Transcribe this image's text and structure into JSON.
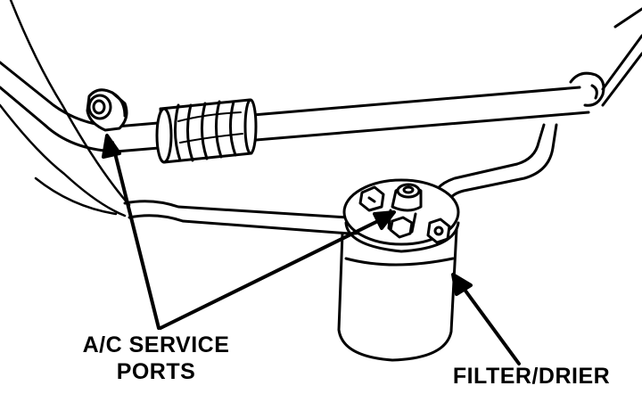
{
  "labels": {
    "service_ports_line1": "A/C SERVICE",
    "service_ports_line2": "PORTS",
    "filter_drier": "FILTER/DRIER"
  },
  "colors": {
    "line": "#000000",
    "background": "#ffffff"
  }
}
